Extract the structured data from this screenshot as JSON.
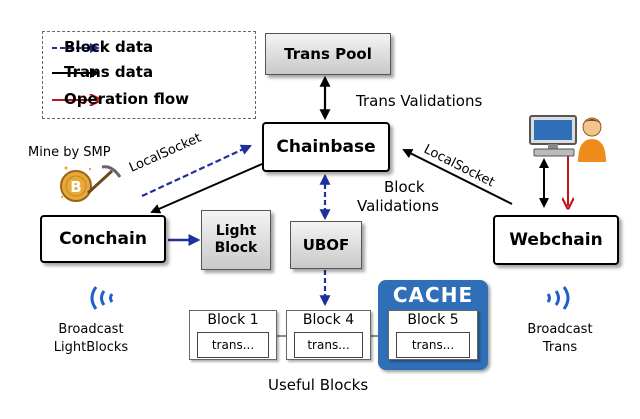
{
  "legend": {
    "block_data": "Block data",
    "trans_data": "Trans data",
    "operation_flow": "Operation flow"
  },
  "nodes": {
    "trans_pool": "Trans Pool",
    "chainbase": "Chainbase",
    "conchain": "Conchain",
    "light_block": [
      "Light",
      "Block"
    ],
    "ubof": "UBOF",
    "webchain": "Webchain"
  },
  "labels": {
    "trans_validations": "Trans  Validations",
    "block_validations": [
      "Block",
      "Validations"
    ],
    "local_socket_left": "LocalSocket",
    "local_socket_right": "LocalSocket",
    "mine_by_smp": "Mine by SMP",
    "broadcast_lightblocks": [
      "Broadcast",
      "LightBlocks"
    ],
    "broadcast_trans": [
      "Broadcast",
      "Trans"
    ],
    "useful_blocks": "Useful Blocks",
    "cache": "CACHE"
  },
  "blocks": [
    {
      "title": "Block 1",
      "content": "trans..."
    },
    {
      "title": "Block 4",
      "content": "trans..."
    },
    {
      "title": "Block 5",
      "content": "trans..."
    }
  ],
  "icons": [
    "bitcoin-mining-icon",
    "computer-user-icon",
    "broadcast-left-icon",
    "broadcast-right-icon"
  ],
  "colors": {
    "block_data": "#1f2f9c",
    "trans_data": "#000000",
    "operation_flow": "#c0151c",
    "cache": "#2f6fb8",
    "broadcast": "#1e5fc8"
  }
}
